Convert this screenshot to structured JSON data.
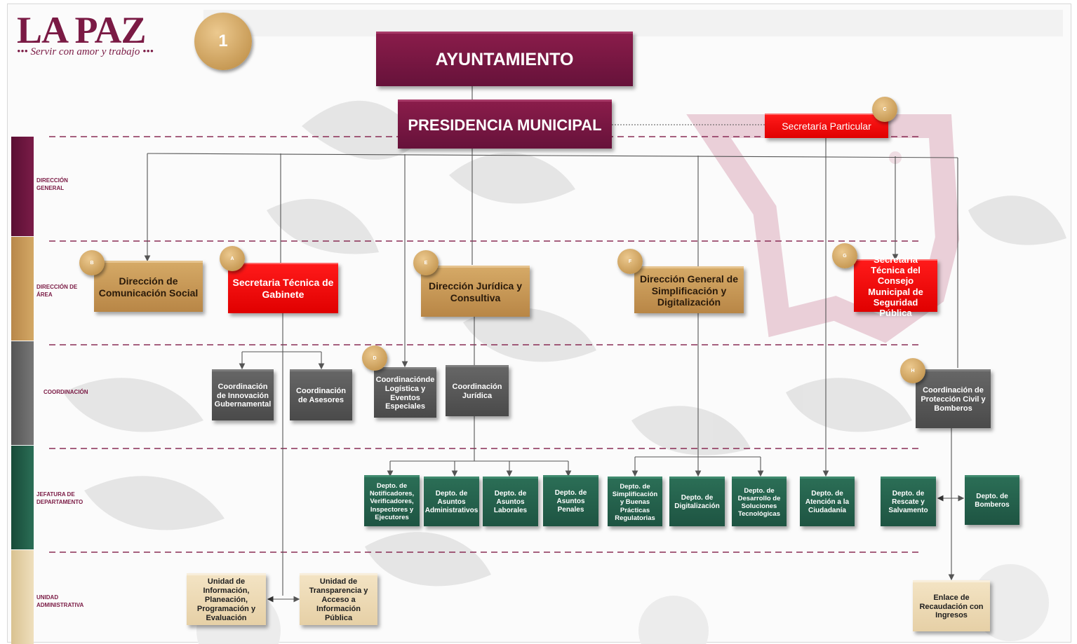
{
  "logo": {
    "text": "LA PAZ",
    "slogan": "••• Servir con amor y trabajo •••"
  },
  "page_badge": "1",
  "levels": [
    {
      "label": "DIRECCIÓN GENERAL",
      "color": "#6e1640"
    },
    {
      "label": "DIRECCIÓN DE ÁREA",
      "color": "#c79a55"
    },
    {
      "label": "COORDINACIÓN",
      "color": "#6a6a6a"
    },
    {
      "label": "JEFATURA DE DEPARTAMENTO",
      "color": "#1f5c46"
    },
    {
      "label": "UNIDAD ADMINISTRATIVA",
      "color": "#e8d6b0"
    }
  ],
  "nodes": {
    "ayuntamiento": "AYUNTAMIENTO",
    "presidencia": "PRESIDENCIA MUNICIPAL",
    "secretaria_particular": "Secretaría Particular",
    "comunicacion_social": "Dirección de Comunicación Social",
    "secretaria_tecnica_gabinete": "Secretaria Técnica de Gabinete",
    "direccion_juridica": "Dirección Jurídica y Consultiva",
    "direccion_simplificacion": "Dirección General de Simplificación y Digitalización",
    "secretaria_consejo": "Secretaria Técnica del Consejo Municipal de Seguridad Pública",
    "coord_innovacion": "Coordinación de Innovación Gubernamental",
    "coord_asesores": "Coordinación de Asesores",
    "coord_logistica": "Coordinaciónde Logística y Eventos Especiales",
    "coord_juridica": "Coordinación Jurídica",
    "coord_proteccion": "Coordinación de Protección Civil y Bomberos",
    "depto_notificadores": "Depto. de Notificadores, Verificadores, Inspectores y Ejecutores",
    "depto_asuntos_admin": "Depto. de Asuntos Administrativos",
    "depto_asuntos_laborales": "Depto. de Asuntos Laborales",
    "depto_asuntos_penales": "Depto. de Asuntos Penales",
    "depto_simplificacion": "Depto. de Simplificación y Buenas Prácticas Regulatorias",
    "depto_digitalizacion": "Depto. de Digitalización",
    "depto_soluciones": "Depto. de Desarrollo de Soluciones Tecnológicas",
    "depto_atencion": "Depto. de Atención a la Ciudadanía",
    "depto_rescate": "Depto. de Rescate y Salvamento",
    "depto_bomberos": "Depto. de Bomberos",
    "unidad_informacion": "Unidad de Información, Planeación, Programación y Evaluación",
    "unidad_transparencia": "Unidad de Transparencia y Acceso a Información Pública",
    "enlace_recaudacion": "Enlace de Recaudación con Ingresos"
  },
  "badges": {
    "a": "A",
    "b": "B",
    "c": "C",
    "d": "D",
    "e": "E",
    "f": "F",
    "g": "G",
    "h": "H"
  }
}
